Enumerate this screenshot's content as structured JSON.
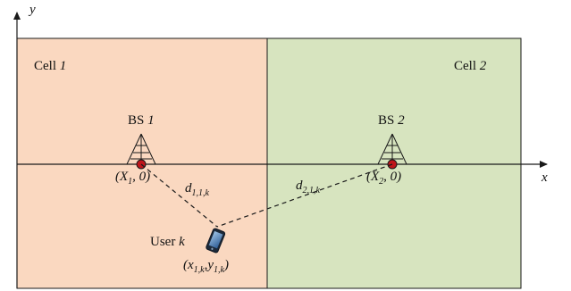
{
  "colors": {
    "cell1_fill": "#fad8c0",
    "cell2_fill": "#d7e4bf",
    "line": "#1a1a1a",
    "bs_dot": "#c0161b"
  },
  "axes": {
    "y_label": "y",
    "x_label": "x"
  },
  "cell1": {
    "label": "Cell ",
    "index": "1",
    "bs_label": "BS ",
    "bs_index": "1",
    "bs_coord_open": "(",
    "bs_coord_var": "X",
    "bs_coord_sub": "1",
    "bs_coord_rest": ", 0)"
  },
  "cell2": {
    "label": "Cell ",
    "index": "2",
    "bs_label": "BS ",
    "bs_index": "2",
    "bs_coord_open": "(",
    "bs_coord_var": "X",
    "bs_coord_sub": "2",
    "bs_coord_rest": ", 0)"
  },
  "distances": {
    "d1": {
      "var": "d",
      "sub": "1,1,k"
    },
    "d2": {
      "var": "d",
      "sub": "2,1,k"
    }
  },
  "user": {
    "label": "User ",
    "index": "k",
    "icon": "smartphone-icon",
    "coord_open": "(",
    "coord_x": "x",
    "coord_x_sub": "1,k",
    "coord_comma": ",",
    "coord_y": "y",
    "coord_y_sub": "1,k",
    "coord_close": ")"
  }
}
